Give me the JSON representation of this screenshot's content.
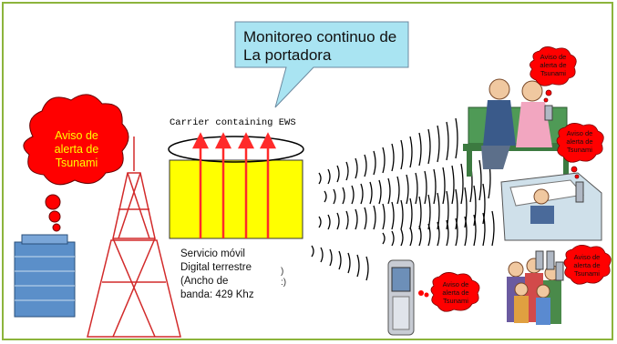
{
  "callout": {
    "line1": "Monitoreo continuo de",
    "line2": "La portadora"
  },
  "carrier_label": "Carrier containing EWS",
  "service": {
    "line1": "Servicio móvil",
    "line2": "Digital terrestre",
    "line3": "(Ancho de",
    "line4": "banda: 429 Khz"
  },
  "partial_paren": {
    "line1": ")",
    "line2": ":)"
  },
  "alert_main": {
    "line1": "Aviso de",
    "line2": "alerta de",
    "line3": "Tsunami"
  },
  "alert_bench": {
    "line1": "Aviso de",
    "line2": "alerta de",
    "line3": "Tsunami"
  },
  "alert_bench_right": {
    "line1": "Aviso de",
    "line2": "alerta de",
    "line3": "Tsunami"
  },
  "alert_phone": {
    "line1": "Aviso de",
    "line2": "alerta de",
    "line3": "Tsunami"
  },
  "alert_group": {
    "line1": "Aviso de",
    "line2": "alerta de",
    "line3": "Tsunami"
  },
  "colors": {
    "frame": "#8cb43c",
    "callout_fill": "#a9e4f2",
    "band_fill": "#ffff00",
    "arrow": "#ff2a2a",
    "alert_cloud": "#ff0000",
    "tower": "#d22a2a"
  }
}
